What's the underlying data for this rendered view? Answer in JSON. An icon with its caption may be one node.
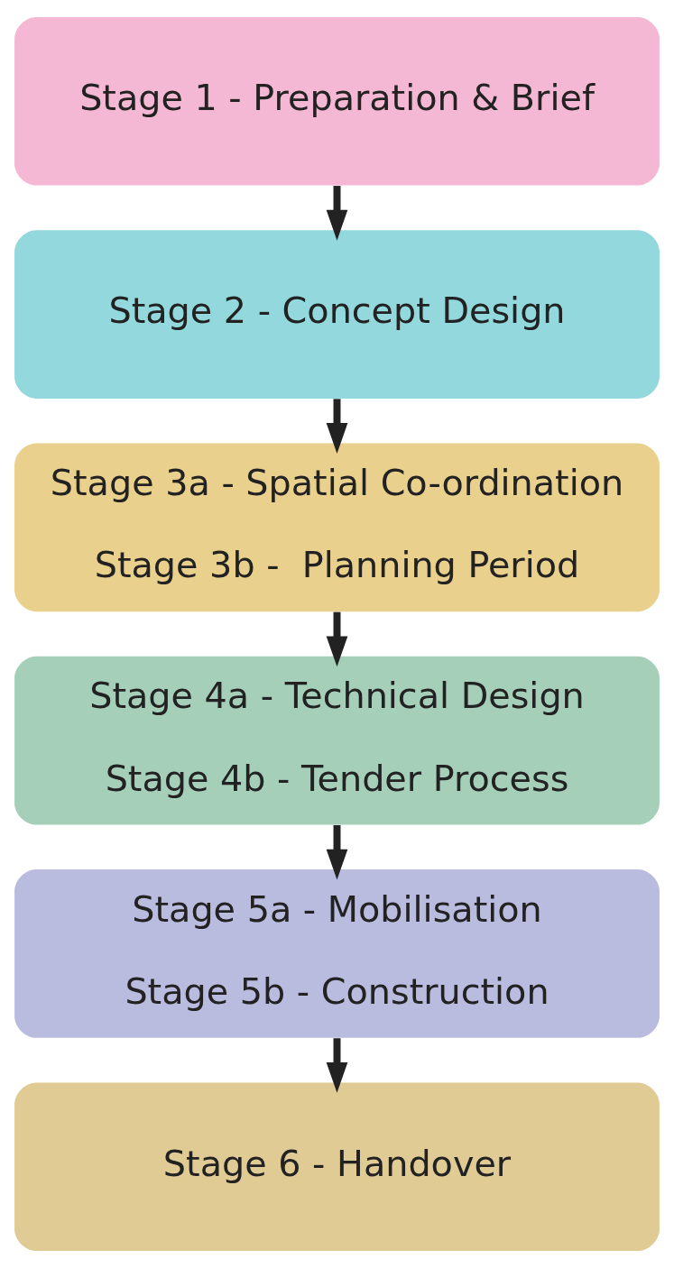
{
  "diagram": {
    "nodes": [
      {
        "text": [
          "Stage 1 - Preparation & Brief"
        ]
      },
      {
        "text": [
          "Stage 2 - Concept Design"
        ]
      },
      {
        "text": [
          "Stage 3a - Spatial Co-ordination",
          "Stage 3b -  Planning Period"
        ]
      },
      {
        "text": [
          "Stage 4a - Technical Design",
          "Stage 4b - Tender Process"
        ]
      },
      {
        "text": [
          "Stage 5a - Mobilisation",
          "Stage 5b - Construction"
        ]
      },
      {
        "text": [
          "Stage 6 - Handover"
        ]
      }
    ],
    "edges": [
      {
        "from": 0,
        "to": 1,
        "arrow": "to"
      },
      {
        "from": 1,
        "to": 2,
        "arrow": "to"
      },
      {
        "from": 2,
        "to": 3,
        "arrow": "to"
      },
      {
        "from": 3,
        "to": 4,
        "arrow": "to"
      },
      {
        "from": 4,
        "to": 5,
        "arrow": "to"
      }
    ]
  }
}
